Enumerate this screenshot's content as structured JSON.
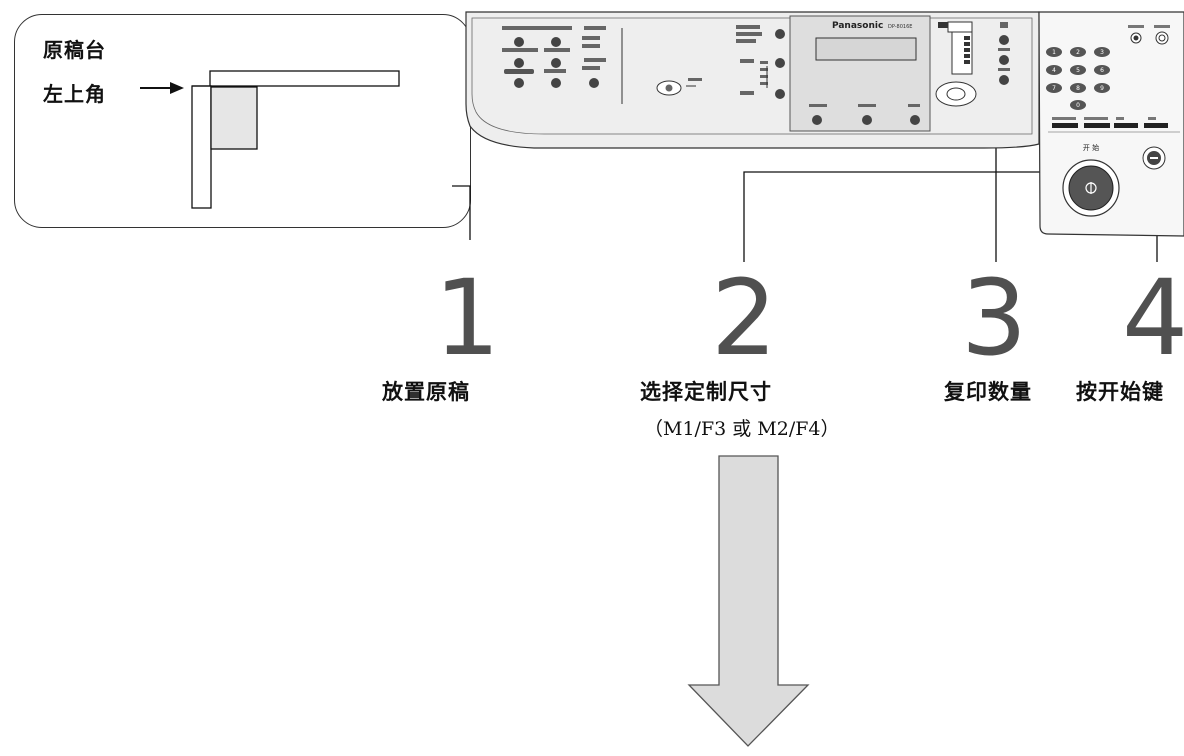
{
  "inset": {
    "title": "原稿台",
    "corner_label": "左上角"
  },
  "panel": {
    "brand": "Panasonic",
    "model": "DP-8016E",
    "start_label": "开 始",
    "numeric_keys": [
      "1",
      "2",
      "3",
      "4",
      "5",
      "6",
      "7",
      "8",
      "9",
      "0"
    ]
  },
  "steps": [
    {
      "number": "1",
      "label": "放置原稿"
    },
    {
      "number": "2",
      "label": "选择定制尺寸",
      "sub": "（M1/F3 或 M2/F4）"
    },
    {
      "number": "3",
      "label": "复印数量"
    },
    {
      "number": "4",
      "label": "按开始键"
    }
  ],
  "colors": {
    "panel_fill": "#eeeeee",
    "display_fill": "#d6d6d6",
    "arrow_fill": "#dcdcdc",
    "original_fill": "#e6e6e6"
  }
}
